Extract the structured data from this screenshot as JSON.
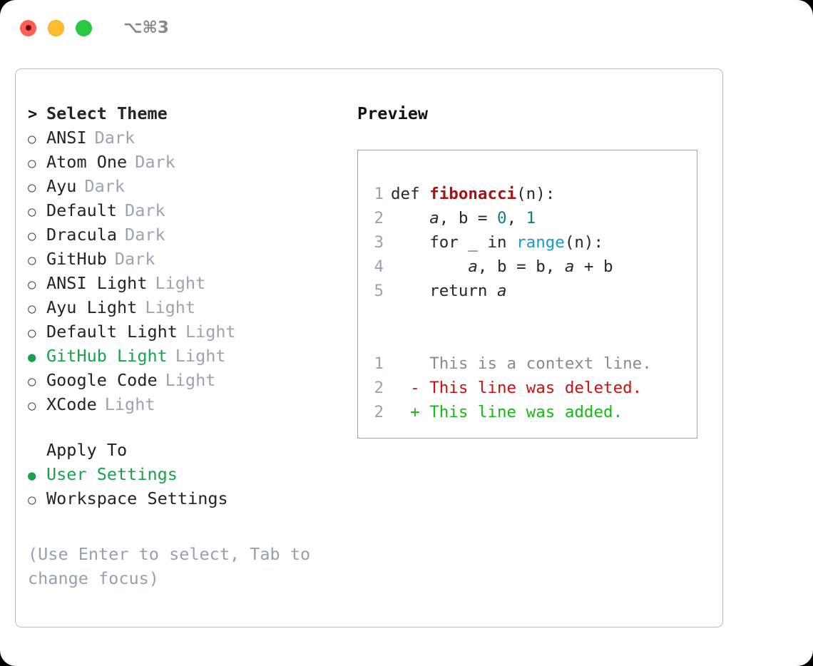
{
  "titlebar": {
    "shortcut": "⌥⌘3",
    "lights": [
      {
        "name": "close",
        "color": "#ff5f57"
      },
      {
        "name": "minimize",
        "color": "#febc2e"
      },
      {
        "name": "maximize",
        "color": "#28c840"
      }
    ]
  },
  "theme_picker": {
    "header": {
      "marker": ">",
      "label": "Select Theme"
    },
    "selected_theme": "GitHub Light",
    "accent_color": "#16a34a",
    "marker_selected": "●",
    "marker_unselected": "○",
    "items": [
      {
        "marker": "○",
        "label": "ANSI",
        "variant": "Dark",
        "selected": false
      },
      {
        "marker": "○",
        "label": "Atom One",
        "variant": "Dark",
        "selected": false
      },
      {
        "marker": "○",
        "label": "Ayu",
        "variant": "Dark",
        "selected": false
      },
      {
        "marker": "○",
        "label": "Default",
        "variant": "Dark",
        "selected": false
      },
      {
        "marker": "○",
        "label": "Dracula",
        "variant": "Dark",
        "selected": false
      },
      {
        "marker": "○",
        "label": "GitHub",
        "variant": "Dark",
        "selected": false
      },
      {
        "marker": "○",
        "label": "ANSI Light",
        "variant": "Light",
        "selected": false
      },
      {
        "marker": "○",
        "label": "Ayu Light",
        "variant": "Light",
        "selected": false
      },
      {
        "marker": "○",
        "label": "Default Light",
        "variant": "Light",
        "selected": false
      },
      {
        "marker": "●",
        "label": "GitHub Light",
        "variant": "Light",
        "selected": true
      },
      {
        "marker": "○",
        "label": "Google Code",
        "variant": "Light",
        "selected": false
      },
      {
        "marker": "○",
        "label": "XCode",
        "variant": "Light",
        "selected": false
      }
    ]
  },
  "apply_to": {
    "title": "Apply To",
    "selected": "User Settings",
    "options": [
      {
        "marker": "●",
        "label": "User Settings",
        "selected": true
      },
      {
        "marker": "○",
        "label": "Workspace Settings",
        "selected": false
      }
    ]
  },
  "hint": "(Use Enter to select, Tab to change focus)",
  "preview": {
    "title": "Preview",
    "code_lines": [
      {
        "num": "1",
        "indent": "",
        "tokens": [
          {
            "t": "def ",
            "c": "plain"
          },
          {
            "t": "fibonacci",
            "c": "fn"
          },
          {
            "t": "(n):",
            "c": "plain"
          }
        ]
      },
      {
        "num": "2",
        "indent": "    ",
        "tokens": [
          {
            "t": "a",
            "c": "var"
          },
          {
            "t": ", ",
            "c": "plain"
          },
          {
            "t": "b",
            "c": "plain"
          },
          {
            "t": " = ",
            "c": "plain"
          },
          {
            "t": "0",
            "c": "num"
          },
          {
            "t": ", ",
            "c": "plain"
          },
          {
            "t": "1",
            "c": "num"
          }
        ]
      },
      {
        "num": "3",
        "indent": "    ",
        "tokens": [
          {
            "t": "for _ in ",
            "c": "plain"
          },
          {
            "t": "range",
            "c": "call"
          },
          {
            "t": "(n):",
            "c": "plain"
          }
        ]
      },
      {
        "num": "4",
        "indent": "        ",
        "tokens": [
          {
            "t": "a",
            "c": "var"
          },
          {
            "t": ", b = b, ",
            "c": "plain"
          },
          {
            "t": "a",
            "c": "var"
          },
          {
            "t": " + b",
            "c": "plain"
          }
        ]
      },
      {
        "num": "5",
        "indent": "    ",
        "tokens": [
          {
            "t": "return ",
            "c": "plain"
          },
          {
            "t": "a",
            "c": "var"
          }
        ]
      }
    ],
    "diff_lines": [
      {
        "num": "1",
        "sign": " ",
        "text": "This is a context line.",
        "kind": "ctx"
      },
      {
        "num": "2",
        "sign": "-",
        "text": "This line was deleted.",
        "kind": "del"
      },
      {
        "num": "2",
        "sign": "+",
        "text": "This line was added.",
        "kind": "add"
      }
    ],
    "colors": {
      "function": "#a31515",
      "number": "#0f8080",
      "call": "#1b9ac9",
      "context": "#8b8b8b",
      "deleted": "#cc1111",
      "added": "#13bb13",
      "line_number": "#98a3b3"
    }
  }
}
